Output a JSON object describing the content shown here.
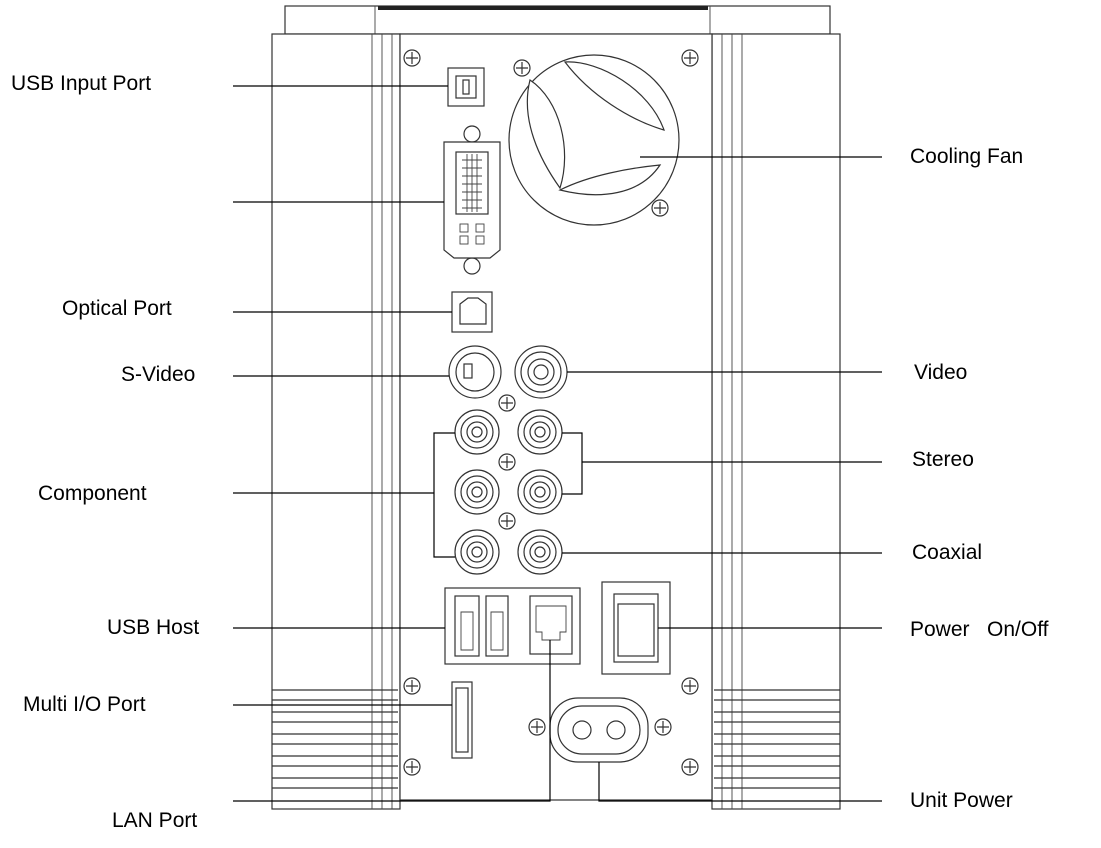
{
  "labels": {
    "usb_input_port": "USB Input Port",
    "optical_port": "Optical Port",
    "s_video": "S-Video",
    "component": "Component",
    "usb_host": "USB Host",
    "multi_io_port": "Multi I/O Port",
    "lan_port": "LAN Port",
    "cooling_fan": "Cooling Fan",
    "video": "Video",
    "stereo": "Stereo",
    "coaxial": "Coaxial",
    "power_on_off": "Power   On/Off",
    "unit_power": "Unit Power"
  },
  "colors": {
    "line": "#000000",
    "device": "#333333",
    "background": "#ffffff"
  }
}
